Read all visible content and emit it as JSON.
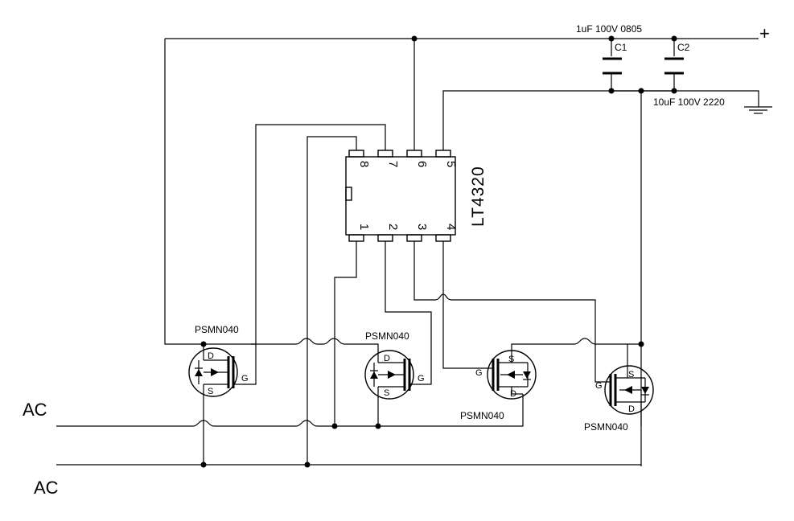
{
  "ic": {
    "name": "LT4320",
    "pins_top": [
      "8",
      "7",
      "6",
      "5"
    ],
    "pins_bottom": [
      "1",
      "2",
      "3",
      "4"
    ]
  },
  "capacitors": {
    "c1": {
      "ref": "C1",
      "value": "1uF 100V 0805"
    },
    "c2": {
      "ref": "C2",
      "value": "10uF 100V 2220"
    }
  },
  "output": {
    "plus": "+"
  },
  "inputs": {
    "ac_top": "AC",
    "ac_bottom": "AC"
  },
  "mosfets": [
    {
      "label": "PSMN040",
      "d": "D",
      "s": "S",
      "g": "G"
    },
    {
      "label": "PSMN040",
      "d": "D",
      "s": "S",
      "g": "G"
    },
    {
      "label": "PSMN040",
      "d": "D",
      "s": "S",
      "g": "G"
    },
    {
      "label": "PSMN040",
      "d": "D",
      "s": "S",
      "g": "G"
    }
  ]
}
